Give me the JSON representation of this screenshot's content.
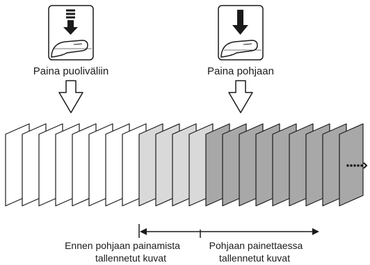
{
  "icons": {
    "half_press": "half-press-shutter-icon",
    "full_press": "full-press-shutter-icon",
    "arrow": "hollow-down-arrow-icon",
    "continuation": "continuation-dots-arrow-icon"
  },
  "labels": {
    "half_press": "Paina puoliväliin",
    "full_press": "Paina pohjaan",
    "before_line1": "Ennen pohjaan painamista",
    "before_line2": "tallennetut kuvat",
    "after_line1": "Pohjaan painettaessa",
    "after_line2": "tallennetut kuvat"
  },
  "frames": {
    "groups": [
      {
        "name": "unrecorded",
        "count": 8,
        "fill": "#ffffff"
      },
      {
        "name": "before-full-press",
        "count": 4,
        "fill": "#d9d9d9"
      },
      {
        "name": "after-full-press",
        "count": 9,
        "fill": "#a8a8a8"
      }
    ]
  },
  "colors": {
    "stroke": "#1a1a1a",
    "icon_fill": "#1a1a1a"
  }
}
